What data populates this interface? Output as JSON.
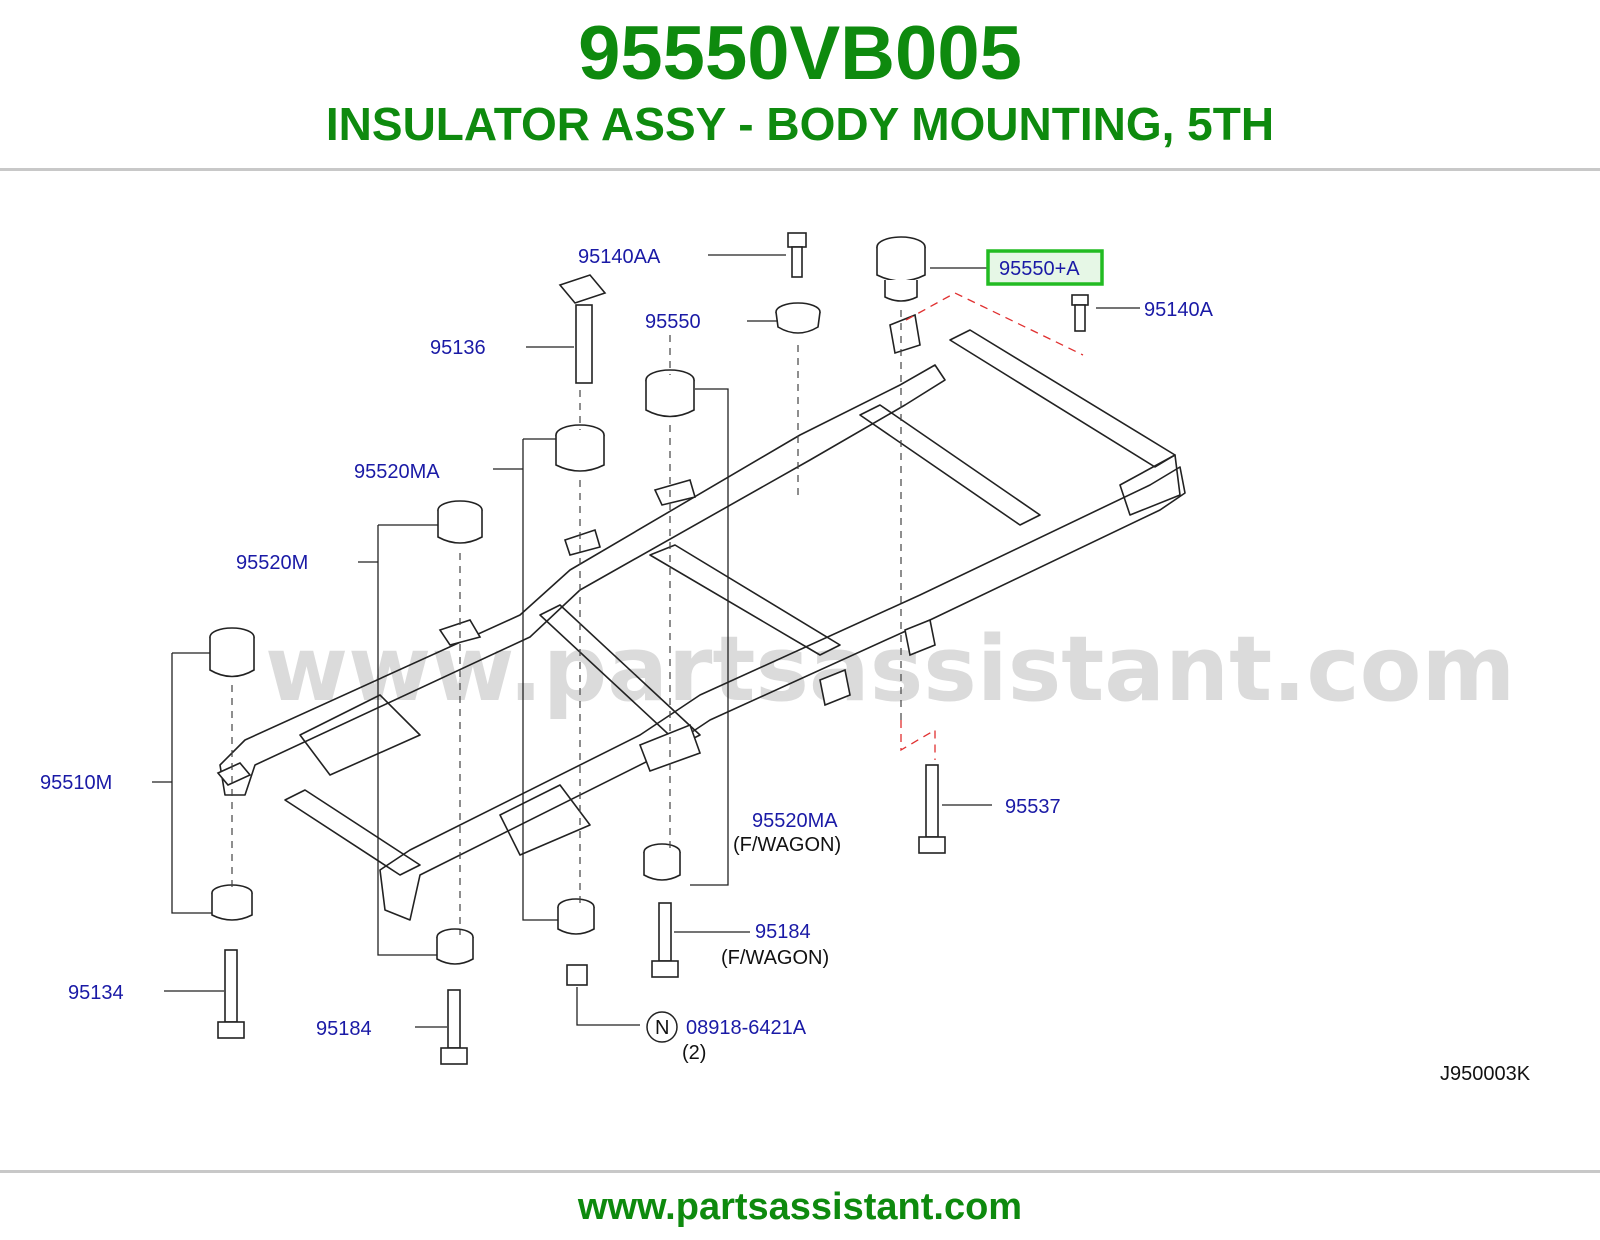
{
  "header": {
    "part_number": "95550VB005",
    "description": "INSULATOR ASSY - BODY MOUNTING, 5TH"
  },
  "diagram": {
    "watermark": "www.partsassistant.com",
    "code": "J950003K",
    "labels": {
      "p95140AA": "95140AA",
      "p95550A": "95550+A",
      "p95140A": "95140A",
      "p95550": "95550",
      "p95136": "95136",
      "p95520MA_top": "95520MA",
      "p95520M": "95520M",
      "p95510M": "95510M",
      "p95520MA_bottom": "95520MA",
      "fwagon_1": "(F/WAGON)",
      "p95537": "95537",
      "p95184_right": "95184",
      "fwagon_2": "(F/WAGON)",
      "p95134": "95134",
      "p95184_left": "95184",
      "n_symbol": "N",
      "p08918": "08918-6421A",
      "qty": "(2)"
    },
    "highlighted_label": "95550+A",
    "colors": {
      "title_green": "#0e8a0e",
      "label_blue": "#1a1aa6",
      "highlight_border": "#22bb22",
      "highlight_fill": "#e6f7e6",
      "red_dash": "#e03030"
    }
  },
  "footer": {
    "url": "www.partsassistant.com"
  }
}
